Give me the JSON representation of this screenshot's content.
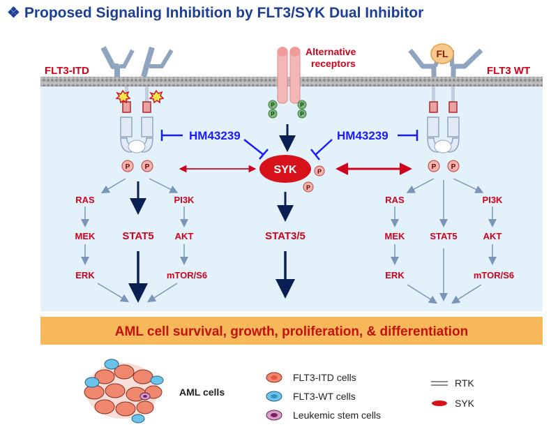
{
  "title": "Proposed Signaling Inhibition by FLT3/SYK Dual Inhibitor",
  "title_bullet": "❖",
  "receptors": {
    "left_label": "FLT3-ITD",
    "right_label": "FLT3 WT",
    "center_label_line1": "Alternative",
    "center_label_line2": "receptors",
    "ligand": "FL",
    "phospho": "P"
  },
  "inhibitor": {
    "left": "HM43239",
    "right": "HM43239"
  },
  "syk": "SYK",
  "pathways": {
    "left": {
      "ras": "RAS",
      "mek": "MEK",
      "erk": "ERK",
      "stat": "STAT5",
      "pi3k": "PI3K",
      "akt": "AKT",
      "mtor": "mTOR/S6"
    },
    "center": {
      "stat": "STAT3/5"
    },
    "right": {
      "ras": "RAS",
      "mek": "MEK",
      "erk": "ERK",
      "stat": "STAT5",
      "pi3k": "PI3K",
      "akt": "AKT",
      "mtor": "mTOR/S6"
    }
  },
  "outcome": "AML cell survival, growth, proliferation, & differentiation",
  "legend": {
    "aml_cells": "AML cells",
    "itd_cells": "FLT3-ITD cells",
    "wt_cells": "FLT3-WT cells",
    "stem_cells": "Leukemic stem cells",
    "rtk": "RTK",
    "syk": "SYK"
  },
  "colors": {
    "title": "#1c3f95",
    "red_label": "#d0021b",
    "blue_inhibitor": "#1a1aff",
    "navy_arrow": "#0b1f52",
    "steel_arrow": "#7a95b8",
    "cytoplasm": "#e3f1fb",
    "outcome_bar": "#f6b859",
    "syk_fill": "#d8121b"
  }
}
